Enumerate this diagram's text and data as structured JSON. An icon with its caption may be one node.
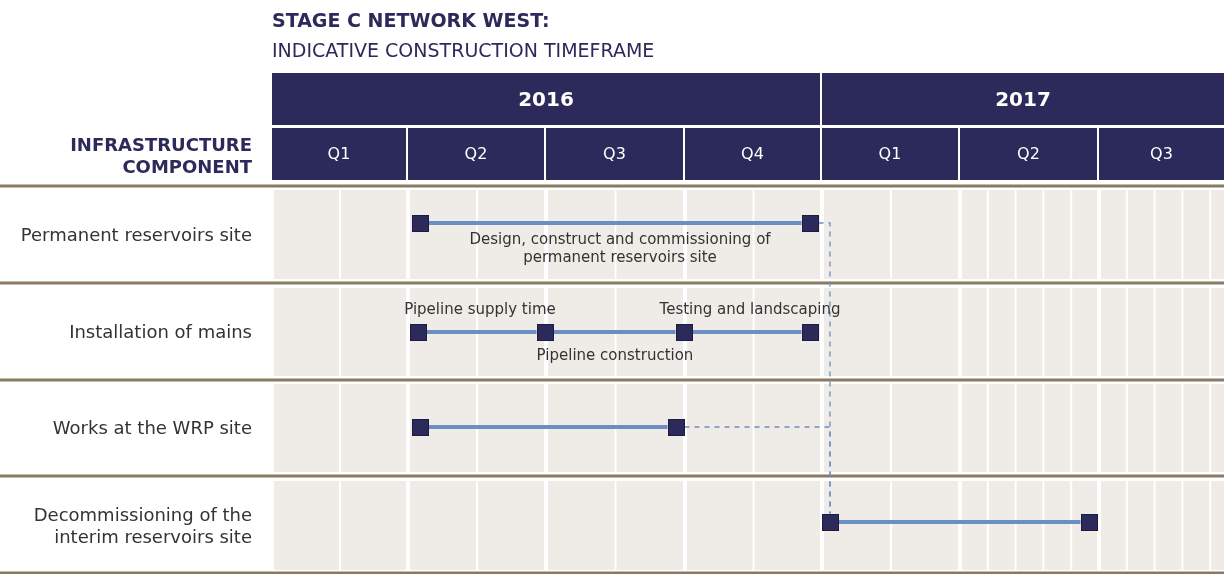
{
  "diagram": {
    "title": "STAGE C NETWORK WEST:",
    "nodes": [
      {
        "text": [],
        "shape": "box"
      },
      {
        "text": [],
        "shape": "box"
      },
      {
        "text": [],
        "shape": "box"
      },
      {
        "text": [],
        "shape": "box"
      },
      {
        "text": [],
        "shape": "box"
      },
      {
        "text": [],
        "shape": "box"
      },
      {
        "text": [],
        "shape": "box"
      },
      {
        "text": [],
        "shape": "box"
      },
      {
        "text": [],
        "shape": "box"
      },
      {
        "text": [],
        "shape": "box"
      }
    ],
    "edges": [
      {
        "from": 0,
        "to": 1,
        "arrow": "none",
        "label": "Design, construct and commissioning of permanent reservoirs site"
      },
      {
        "from": 2,
        "to": 3,
        "arrow": "none",
        "label": "Pipeline supply time"
      },
      {
        "from": 3,
        "to": 4,
        "arrow": "none",
        "label": "Pipeline construction"
      },
      {
        "from": 4,
        "to": 5,
        "arrow": "none",
        "label": "Testing and landscaping"
      },
      {
        "from": 6,
        "to": 7,
        "arrow": "none"
      },
      {
        "from": 8,
        "to": 9,
        "arrow": "none"
      },
      {
        "from": 1,
        "to": 8,
        "arrow": "none",
        "style": "dashed"
      },
      {
        "from": 7,
        "to": 8,
        "arrow": "none",
        "style": "dashed"
      }
    ],
    "labels": [
      "INDICATIVE CONSTRUCTION TIMEFRAME",
      "INFRASTRUCTURE COMPONENT",
      "2016",
      "2017",
      "Q1",
      "Q2",
      "Q3",
      "Q4",
      "Q1",
      "Q2",
      "Q3",
      "Permanent reservoirs site",
      "Installation of mains",
      "Works at the WRP site",
      "Decommissioning of the interim reservoirs site"
    ]
  }
}
